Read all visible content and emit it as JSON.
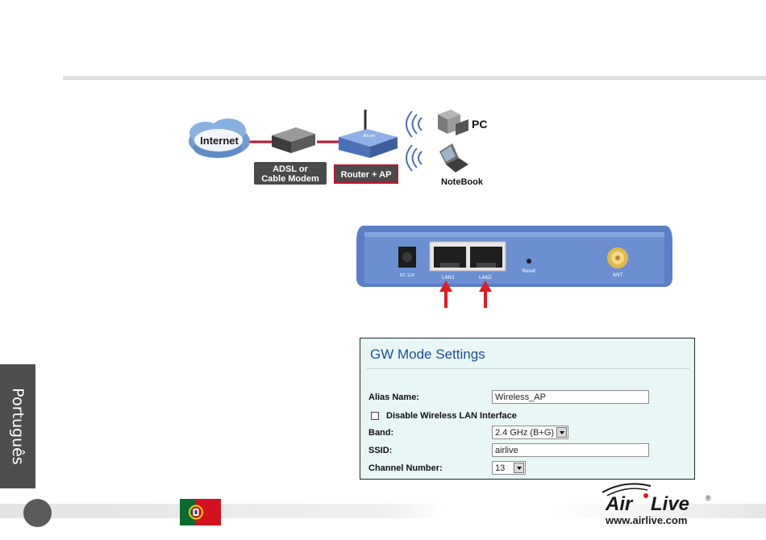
{
  "network_diagram": {
    "internet_label": "Internet",
    "modem_label_line1": "ADSL or",
    "modem_label_line2": "Cable Modem",
    "router_label": "Router + AP",
    "pc_label": "PC",
    "notebook_label": "NoteBook",
    "router_brand": "AirLive"
  },
  "rear_panel": {
    "power_label": "DC 12V",
    "lan1_label": "LAN1",
    "lan2_label": "LAN2",
    "reset_label": "Reset",
    "ant_label": "ANT",
    "body_color": "#6b8fd0",
    "arrow_color": "#e11b22"
  },
  "gw_settings": {
    "title": "GW Mode Settings",
    "alias_label": "Alias Name:",
    "alias_value": "Wireless_AP",
    "disable_wlan_label": "Disable Wireless LAN Interface",
    "disable_wlan_checked": false,
    "band_label": "Band:",
    "band_value": "2.4 GHz (B+G)",
    "ssid_label": "SSID:",
    "ssid_value": "airlive",
    "channel_label": "Channel Number:",
    "channel_value": "13",
    "title_color": "#1a4f9c",
    "background_color": "#e9f6f6"
  },
  "side_tab": {
    "language": "Português",
    "background_color": "#4e4e4e"
  },
  "footer": {
    "flag_icon": "portugal-flag-icon",
    "logo_text_air": "Air",
    "logo_text_live": "Live",
    "logo_registered": "®",
    "website": "www.airlive.com",
    "logo_red": "#d71920"
  }
}
